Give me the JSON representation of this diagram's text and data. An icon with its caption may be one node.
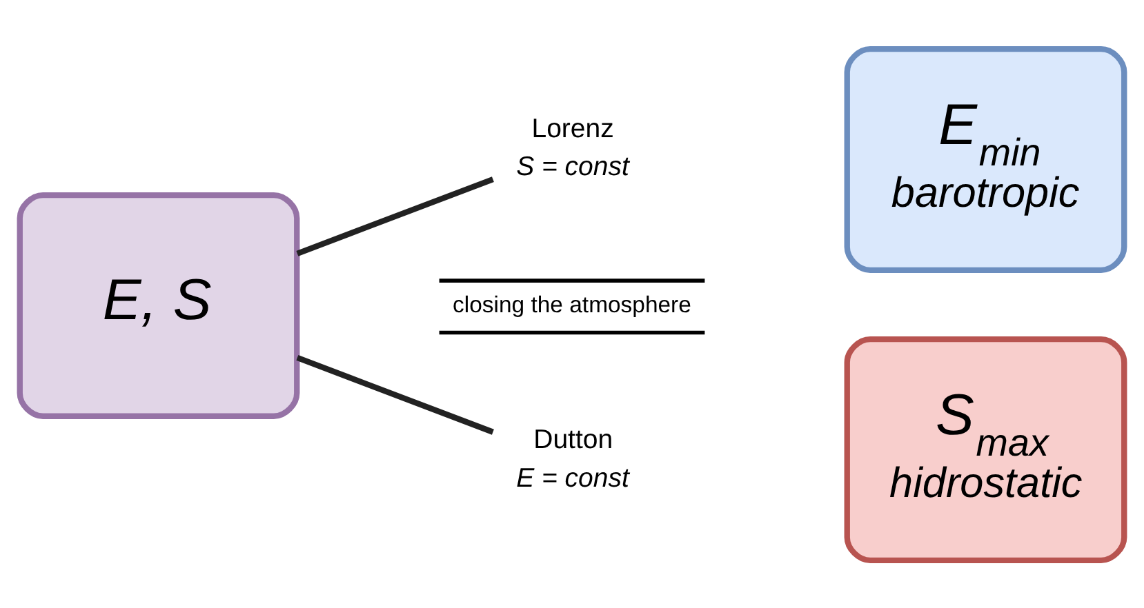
{
  "diagram": {
    "nodes": [
      {
        "text": [
          "E, S"
        ]
      },
      {
        "text": [
          "Lorenz",
          "S = const"
        ]
      },
      {
        "text": [
          "Dutton",
          "E = const"
        ]
      },
      {
        "text": [
          "E$_{min}$",
          "barotropic"
        ]
      },
      {
        "text": [
          "S$_{max}$",
          "hidrostatic"
        ]
      }
    ],
    "edges": [
      {
        "from": 0,
        "to": 1,
        "arrow": "none"
      },
      {
        "from": 0,
        "to": 2,
        "arrow": "none"
      }
    ],
    "labels": [
      "closing the atmosphere"
    ]
  }
}
